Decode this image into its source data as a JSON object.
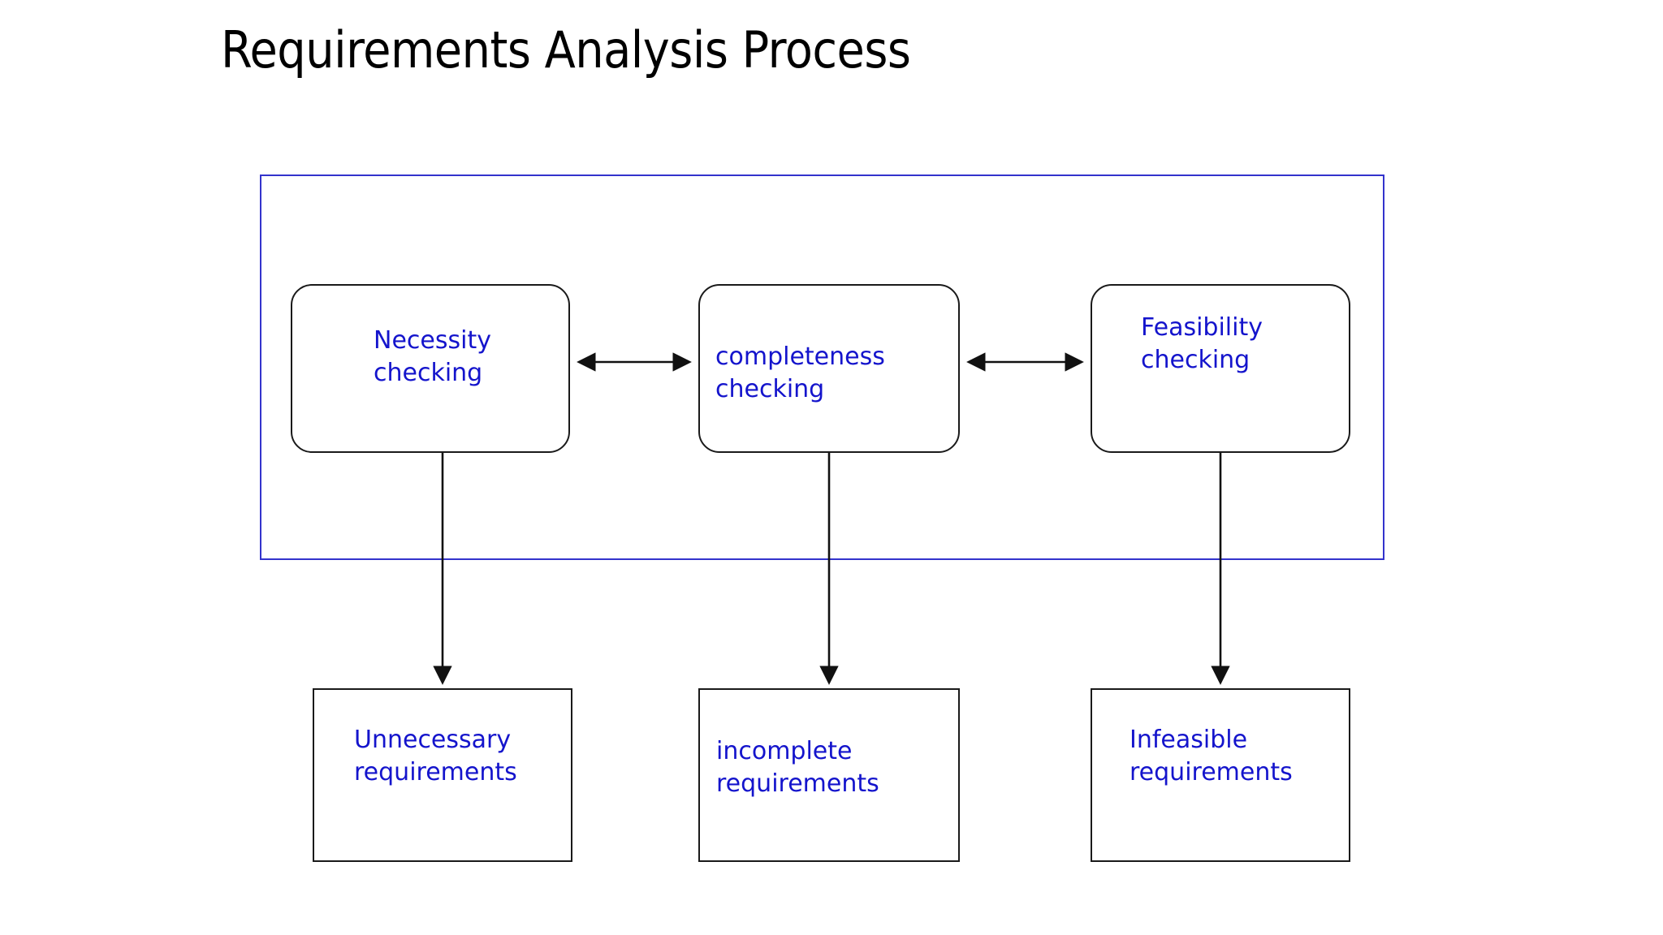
{
  "slide": {
    "title": "Requirements Analysis Process",
    "title_color": "#000000",
    "background": "#ffffff"
  },
  "diagram": {
    "type": "flowchart",
    "group_container": {
      "name": "analysis-activities-group",
      "border_color": "#3333CC",
      "fill": "none"
    },
    "node_text_color": "#1414CC",
    "node_border_color": "#1a1a1a",
    "process_nodes": [
      {
        "id": "necessity",
        "label": "Necessity\nchecking",
        "shape": "rounded-rectangle"
      },
      {
        "id": "completeness",
        "label": "completeness\nchecking",
        "shape": "rounded-rectangle"
      },
      {
        "id": "feasibility",
        "label": "Feasibility\nchecking",
        "shape": "rounded-rectangle"
      }
    ],
    "output_nodes": [
      {
        "id": "unnecessary",
        "label": "Unnecessary\nrequirements",
        "shape": "rectangle"
      },
      {
        "id": "incomplete",
        "label": "incomplete\nrequirements",
        "shape": "rectangle"
      },
      {
        "id": "infeasible",
        "label": "Infeasible\nrequirements",
        "shape": "rectangle"
      }
    ],
    "edges": [
      {
        "from": "necessity",
        "to": "completeness",
        "style": "double-arrow"
      },
      {
        "from": "completeness",
        "to": "feasibility",
        "style": "double-arrow"
      },
      {
        "from": "necessity",
        "to": "unnecessary",
        "style": "single-arrow-down"
      },
      {
        "from": "completeness",
        "to": "incomplete",
        "style": "single-arrow-down"
      },
      {
        "from": "feasibility",
        "to": "infeasible",
        "style": "single-arrow-down"
      }
    ]
  }
}
